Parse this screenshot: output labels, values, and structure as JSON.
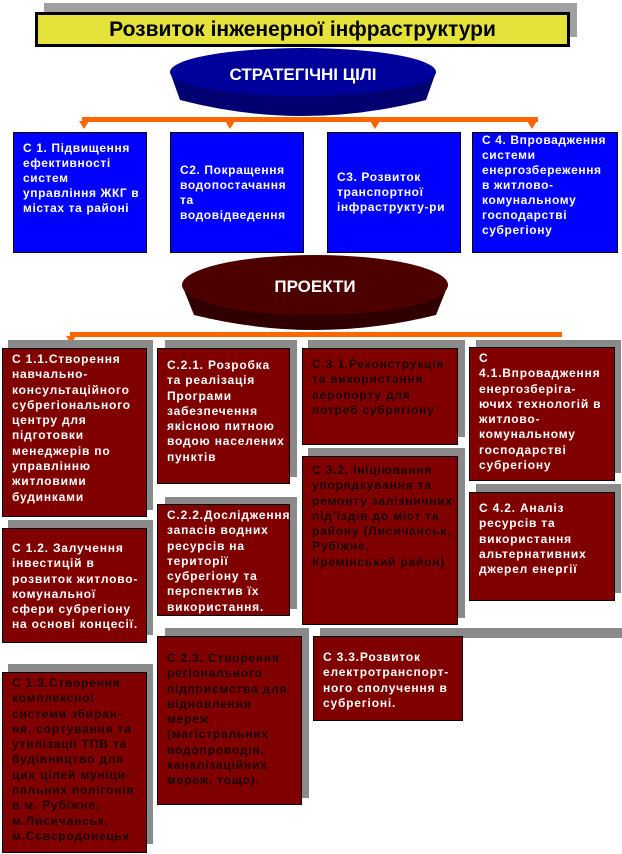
{
  "title": "Розвиток інженерної інфраструктури",
  "strategic_label": "СТРАТЕГІЧНІ ЦІЛІ",
  "projects_label": "ПРОЕКТИ",
  "colors": {
    "title_bg": "#e6e23c",
    "goal_bg": "#0000ff",
    "project_bg": "#800000",
    "connector": "#ff6600",
    "strategic_oval": "#00009a",
    "projects_oval": "#4d0000"
  },
  "goals": [
    "С 1. Підвищення ефективності систем управління ЖКГ в містах та районі",
    "С2. Покращення водопостачання та водовідведення",
    "С3. Розвиток транспортної інфраструкту-ри",
    "С 4. Впровадження системи енергозбереження в житлово-комунальному господарстві субрегіону"
  ],
  "projects": {
    "c1_1": "С 1.1.Створення навчально-консультаційного субрегіонального центру для підготовки менеджерів по управлінню житловими будинками",
    "c1_2": "С 1.2. Залучення інвестицій в розвиток житлово-комунальної сфери субрегіону на основі концесії.",
    "c1_3": "С 1.3.Створення комплексної системи збиран-ня, сортування та утилізації ТПВ та будівництво для цих цілей муніци-пальних полігонів в м. Рубіжне, м.Лисичанськ, м.Сєвєродонецьк",
    "c2_1": "С.2.1. Розробка та реалізація Програми забезпечення якісною питною водою населених пунктів",
    "c2_2": "С.2.2.Дослідження запасів водних ресурсів на території субрегіону та перспектив їх використання.",
    "c2_3": "С 2.3.   Створення регіонального підприємства для відновлення мереж (магістральних водопроводів, каналізаційних мереж, тощо).",
    "c3_1": "С.3.1.Реконструкція та використання аеропорту для потреб субрегіону",
    "c3_2": "С 3.2. Ініціювання упорядкування та ремонту залізничних під’їздів до міст та району (Лисичанськ, Рубіжне, Кремінський район)",
    "c3_3": "С 3.3.Розвиток електротранспорт-ного сполучення в субрегіоні.",
    "c4_1": "С 4.1.Впровадження енергозберіга-ючих технологій в житлово-комунальному господарстві субрегіону",
    "c4_2": "С 4.2. Аналіз ресурсів та використання альтернативних джерел енергії"
  }
}
